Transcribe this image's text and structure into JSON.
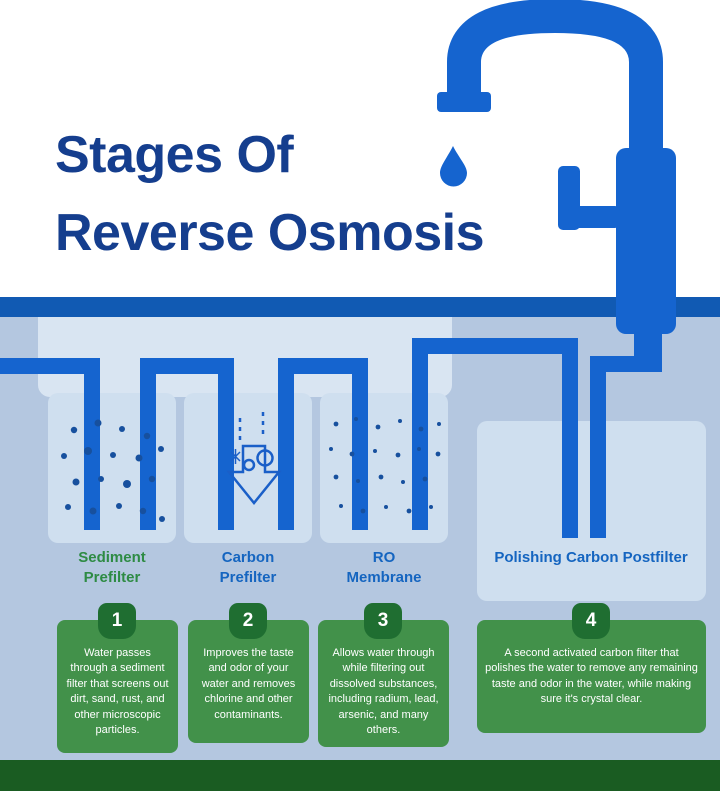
{
  "title": {
    "line1": "Stages Of",
    "line2": "Reverse Osmosis"
  },
  "colors": {
    "pipe_blue": "#1564cf",
    "divider_blue": "#115ab3",
    "title_navy": "#153e8e",
    "label_blue": "#1565c0",
    "label_green": "#2e8b44",
    "card_green": "#42914a",
    "badge_green": "#1f6e31",
    "footer_green": "#1a5c22",
    "lower_background": "#b4c7e0",
    "particle_navy": "#17509e"
  },
  "icons": {
    "faucet": "faucet-icon",
    "drop": "water-drop-icon",
    "sediment": "dots-particles-icon",
    "carbon": "down-arrow-granules-icon",
    "membrane": "fine-dots-icon"
  },
  "stages": [
    {
      "number": "1",
      "name": "Sediment Prefilter",
      "label_color": "#2e8b44",
      "description": "Water passes through a sediment filter that screens out dirt, sand, rust, and other microscopic particles."
    },
    {
      "number": "2",
      "name": "Carbon Prefilter",
      "label_color": "#1565c0",
      "description": "Improves the taste and odor of your water and removes chlorine and other contaminants."
    },
    {
      "number": "3",
      "name": "RO Membrane",
      "label_color": "#1565c0",
      "description": "Allows water through while filtering out dissolved substances, including radium, lead, arsenic, and many others."
    },
    {
      "number": "4",
      "name": "Polishing Carbon Postfilter",
      "label_color": "#1565c0",
      "description": "A second activated carbon filter that polishes the water to remove any remaining taste and odor in the water, while making sure it's crystal clear."
    }
  ]
}
